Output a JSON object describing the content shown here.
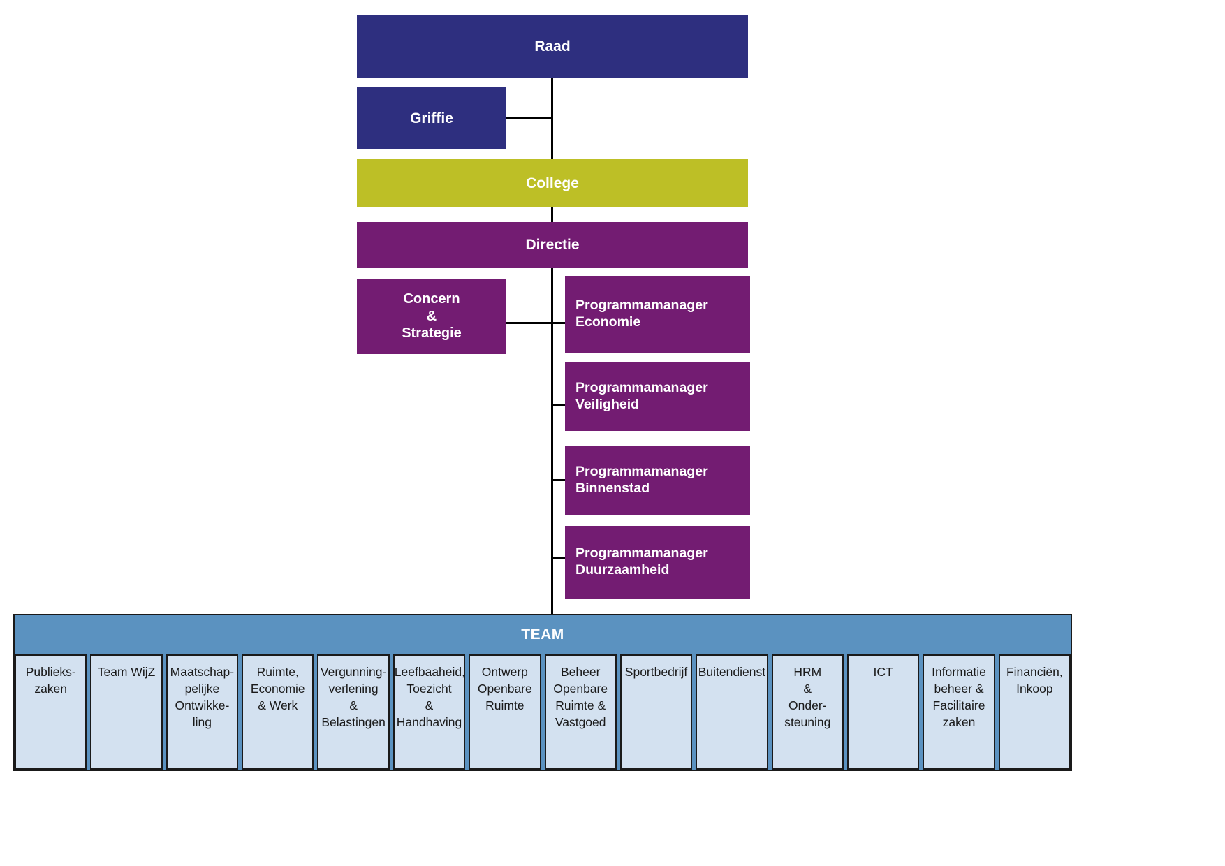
{
  "colors": {
    "dark_blue": "#2E2F7F",
    "olive": "#BDBF26",
    "purple": "#731C72",
    "team_header_blue": "#5B92C0",
    "team_box_blue": "#D3E1F0",
    "line": "#000000",
    "text_light": "#FFFFFF",
    "text_dark": "#1A1A1A"
  },
  "nodes": {
    "raad": "Raad",
    "griffie": "Griffie",
    "college": "College",
    "directie": "Directie",
    "concern": "Concern\n&\nStrategie",
    "pm_economie": "Programmamanager\nEconomie",
    "pm_veiligheid": "Programmamanager\nVeiligheid",
    "pm_binnenstad": "Programmamanager\nBinnenstad",
    "pm_duurzaamheid": "Programmamanager\nDuurzaamheid"
  },
  "team": {
    "header": "TEAM",
    "boxes": [
      {
        "label": "Publieks-\nzaken"
      },
      {
        "label": "Team WijZ"
      },
      {
        "label": "Maatschap-\npelijke\nOntwikke-\nling"
      },
      {
        "label": "Ruimte,\nEconomie\n& Werk"
      },
      {
        "label": "Vergunning-\nverlening\n&\nBelastingen"
      },
      {
        "label": "Leefbaaheid,\nToezicht\n&\nHandhaving"
      },
      {
        "label": "Ontwerp\nOpenbare\nRuimte"
      },
      {
        "label": "Beheer\nOpenbare\nRuimte &\nVastgoed"
      },
      {
        "label": "Sportbedrijf"
      },
      {
        "label": "Buitendienst"
      },
      {
        "label": "HRM\n&\nOnder-\nsteuning"
      },
      {
        "label": "ICT"
      },
      {
        "label": "Informatie\nbeheer &\nFacilitaire\nzaken"
      },
      {
        "label": "Financiën,\nInkoop"
      }
    ]
  },
  "chart_data": {
    "type": "diagram",
    "title": "Organogram gemeentelijke organisatie",
    "hierarchy": [
      {
        "id": "raad",
        "label": "Raad",
        "level": 0,
        "color": "#2E2F7F",
        "parent": null
      },
      {
        "id": "griffie",
        "label": "Griffie",
        "level": 1,
        "color": "#2E2F7F",
        "parent": "raad"
      },
      {
        "id": "college",
        "label": "College",
        "level": 1,
        "color": "#BDBF26",
        "parent": "raad"
      },
      {
        "id": "directie",
        "label": "Directie",
        "level": 2,
        "color": "#731C72",
        "parent": "college"
      },
      {
        "id": "concern",
        "label": "Concern & Strategie",
        "level": 3,
        "color": "#731C72",
        "parent": "directie"
      },
      {
        "id": "pm_economie",
        "label": "Programmamanager Economie",
        "level": 3,
        "color": "#731C72",
        "parent": "directie"
      },
      {
        "id": "pm_veiligheid",
        "label": "Programmamanager Veiligheid",
        "level": 3,
        "color": "#731C72",
        "parent": "directie"
      },
      {
        "id": "pm_binnenstad",
        "label": "Programmamanager Binnenstad",
        "level": 3,
        "color": "#731C72",
        "parent": "directie"
      },
      {
        "id": "pm_duurzaamheid",
        "label": "Programmamanager Duurzaamheid",
        "level": 3,
        "color": "#731C72",
        "parent": "directie"
      },
      {
        "id": "team",
        "label": "TEAM",
        "level": 4,
        "color": "#5B92C0",
        "parent": "directie"
      }
    ],
    "team_members": [
      "Publieks-zaken",
      "Team WijZ",
      "Maatschappelijke Ontwikkeling",
      "Ruimte, Economie & Werk",
      "Vergunningverlening & Belastingen",
      "Leefbaaheid, Toezicht & Handhaving",
      "Ontwerp Openbare Ruimte",
      "Beheer Openbare Ruimte & Vastgoed",
      "Sportbedrijf",
      "Buitendienst",
      "HRM & Ondersteuning",
      "ICT",
      "Informatiebeheer & Facilitaire zaken",
      "Financiën, Inkoop"
    ]
  }
}
